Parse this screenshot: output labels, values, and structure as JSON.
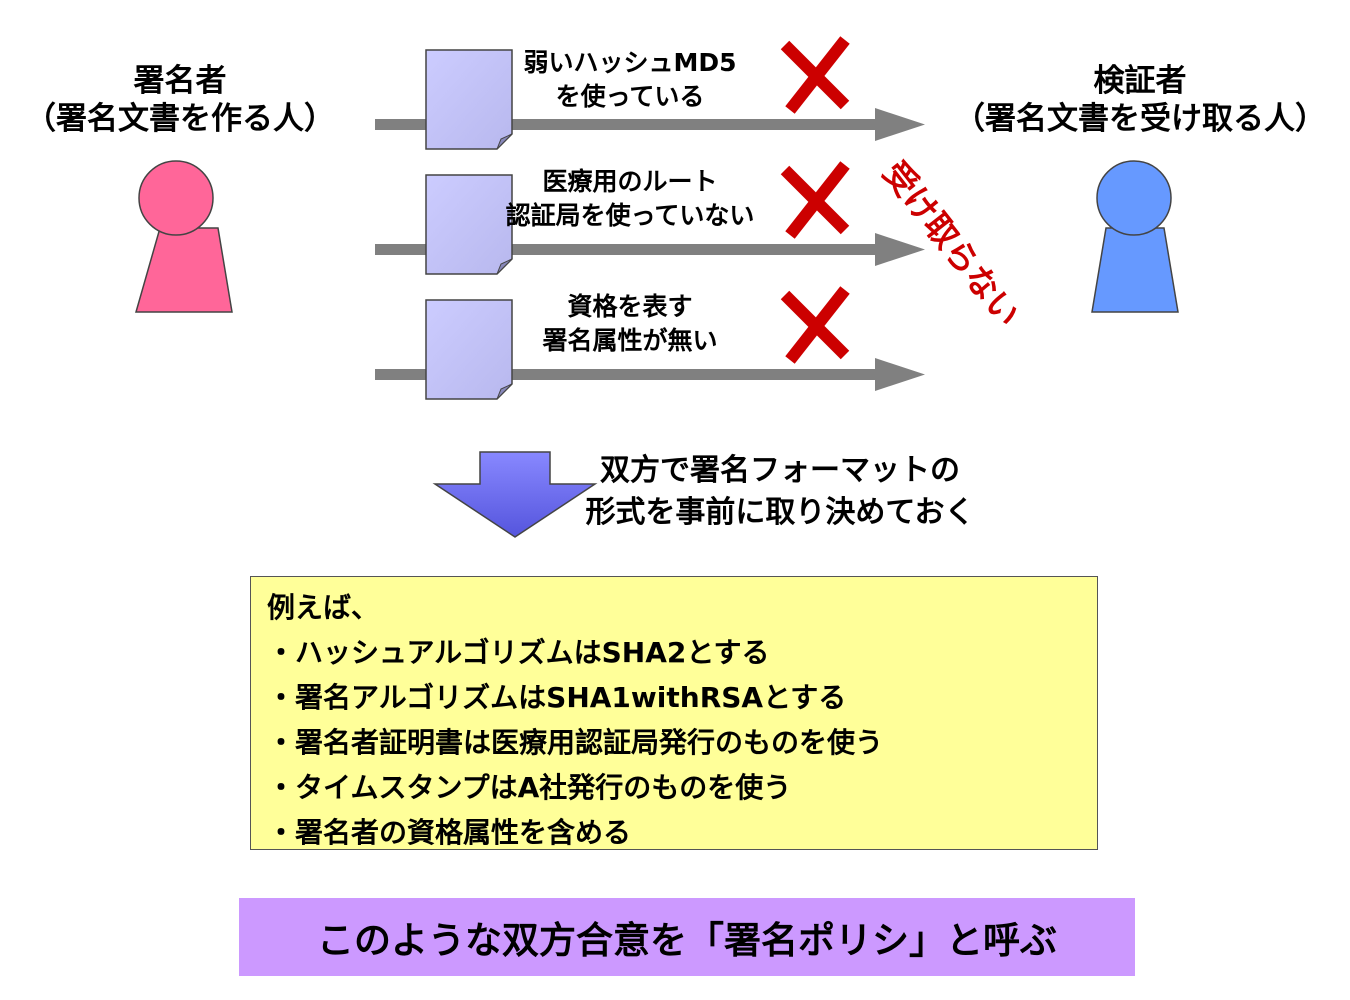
{
  "signer": {
    "title": "署名者",
    "subtitle": "（署名文書を作る人）",
    "color": "#ff6699"
  },
  "verifier": {
    "title": "検証者",
    "subtitle": "（署名文書を受け取る人）",
    "color": "#6699ff"
  },
  "messages": [
    {
      "line1": "弱いハッシュMD5",
      "line2": "を使っている"
    },
    {
      "line1": "医療用のルート",
      "line2": "認証局を使っていない"
    },
    {
      "line1": "資格を表す",
      "line2": "署名属性が無い"
    }
  ],
  "reject_label": "受け取らない",
  "reject_color": "#cc0000",
  "agreement": {
    "line1": "双方で署名フォーマットの",
    "line2": "形式を事前に取り決めておく"
  },
  "examples": {
    "heading": "例えば、",
    "items": [
      "・ハッシュアルゴリズムはSHA2とする",
      "・署名アルゴリズムはSHA1withRSAとする",
      "・署名者証明書は医療用認証局発行のものを使う",
      "・タイムスタンプはA社発行のものを使う",
      "・署名者の資格属性を含める"
    ]
  },
  "policy_statement": "このような双方合意を「署名ポリシ」と呼ぶ",
  "icons": {
    "document": "document-icon",
    "cross": "cross-icon",
    "arrow": "arrow-right",
    "down_arrow": "down-arrow-icon",
    "person": "person-icon"
  }
}
